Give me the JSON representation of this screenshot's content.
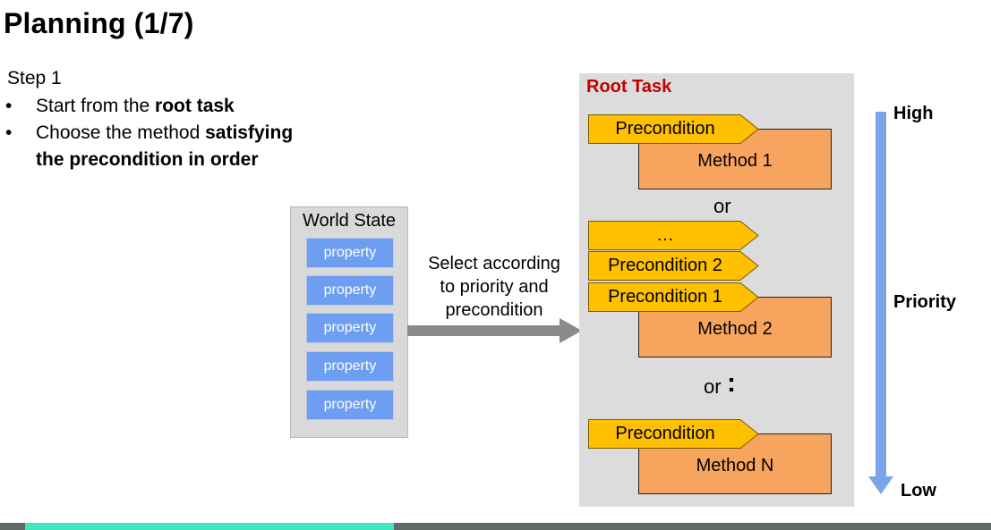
{
  "header": {
    "title": "Planning (1/7)"
  },
  "step": {
    "label": "Step 1",
    "bullet_symbol": "•",
    "bullets": [
      {
        "lead": "Start from the ",
        "bold": "root task"
      },
      {
        "lead": "Choose the method ",
        "bold": "satisfying",
        "line2": "the precondition in order"
      }
    ]
  },
  "world_state": {
    "title": "World State",
    "properties": [
      "property",
      "property",
      "property",
      "property",
      "property"
    ]
  },
  "arrow_label": [
    "Select according",
    "to priority and",
    "precondition"
  ],
  "root_task": {
    "title": "Root Task",
    "group1": {
      "precondition": "Precondition",
      "method": "Method 1"
    },
    "or1": "or",
    "group2": {
      "preconditions": [
        "…",
        "Precondition 2",
        "Precondition 1"
      ],
      "method": "Method 2"
    },
    "or2": "or",
    "or2_dots": ":",
    "groupN": {
      "precondition": "Precondition",
      "method": "Method N"
    }
  },
  "priority": {
    "high": "High",
    "label": "Priority",
    "low": "Low"
  },
  "colors": {
    "precondition_fill": "#ffc000",
    "method_fill": "#f7a55e",
    "property_fill": "#6e9ef2",
    "root_title": "#c00000",
    "priority_arrow": "#7ba4e9"
  }
}
